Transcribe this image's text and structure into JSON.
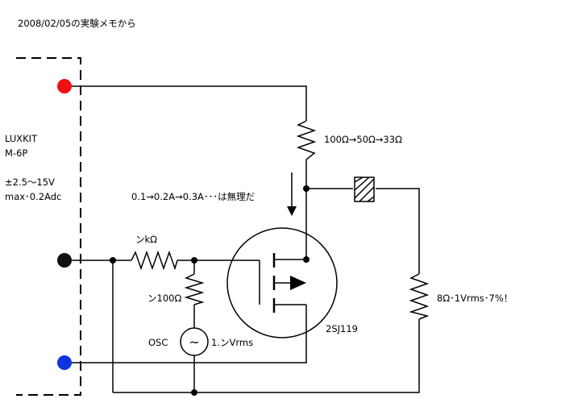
{
  "title": "2008/02/05の実験メモから",
  "power_supply": {
    "name_line1": "LUXKIT",
    "name_line2": "M-6P",
    "spec_line1": "±2.5〜15V",
    "spec_line2": "max･0.2Adc",
    "terminal_colors": {
      "positive": "#ee1111",
      "ground": "#111111",
      "negative": "#1133dd"
    }
  },
  "labels": {
    "drain_resistor": "100Ω→50Ω→33Ω",
    "current_note": "0.1→0.2A→0.3A･･･は無理だ",
    "gate_resistor": "ンkΩ",
    "bias_resistor": "ン100Ω",
    "osc": "OSC",
    "osc_level": "1.ンVrms",
    "transistor": "2SJ119",
    "load": "8Ω･1Vrms･7%！"
  },
  "icons": {
    "osc_symbol": "~"
  }
}
